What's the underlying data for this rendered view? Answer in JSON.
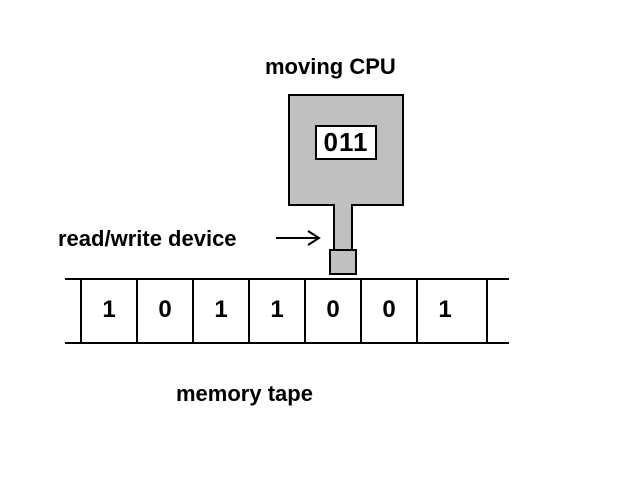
{
  "diagram": {
    "cpu_label": "moving CPU",
    "cpu_state": "011",
    "read_write_label": "read/write device",
    "tape_label": "memory tape",
    "tape_cells": [
      "1",
      "0",
      "1",
      "1",
      "0",
      "0",
      "1"
    ]
  },
  "colors": {
    "cpu_fill": "#c0c0c0",
    "line": "#000000",
    "background": "#ffffff"
  }
}
